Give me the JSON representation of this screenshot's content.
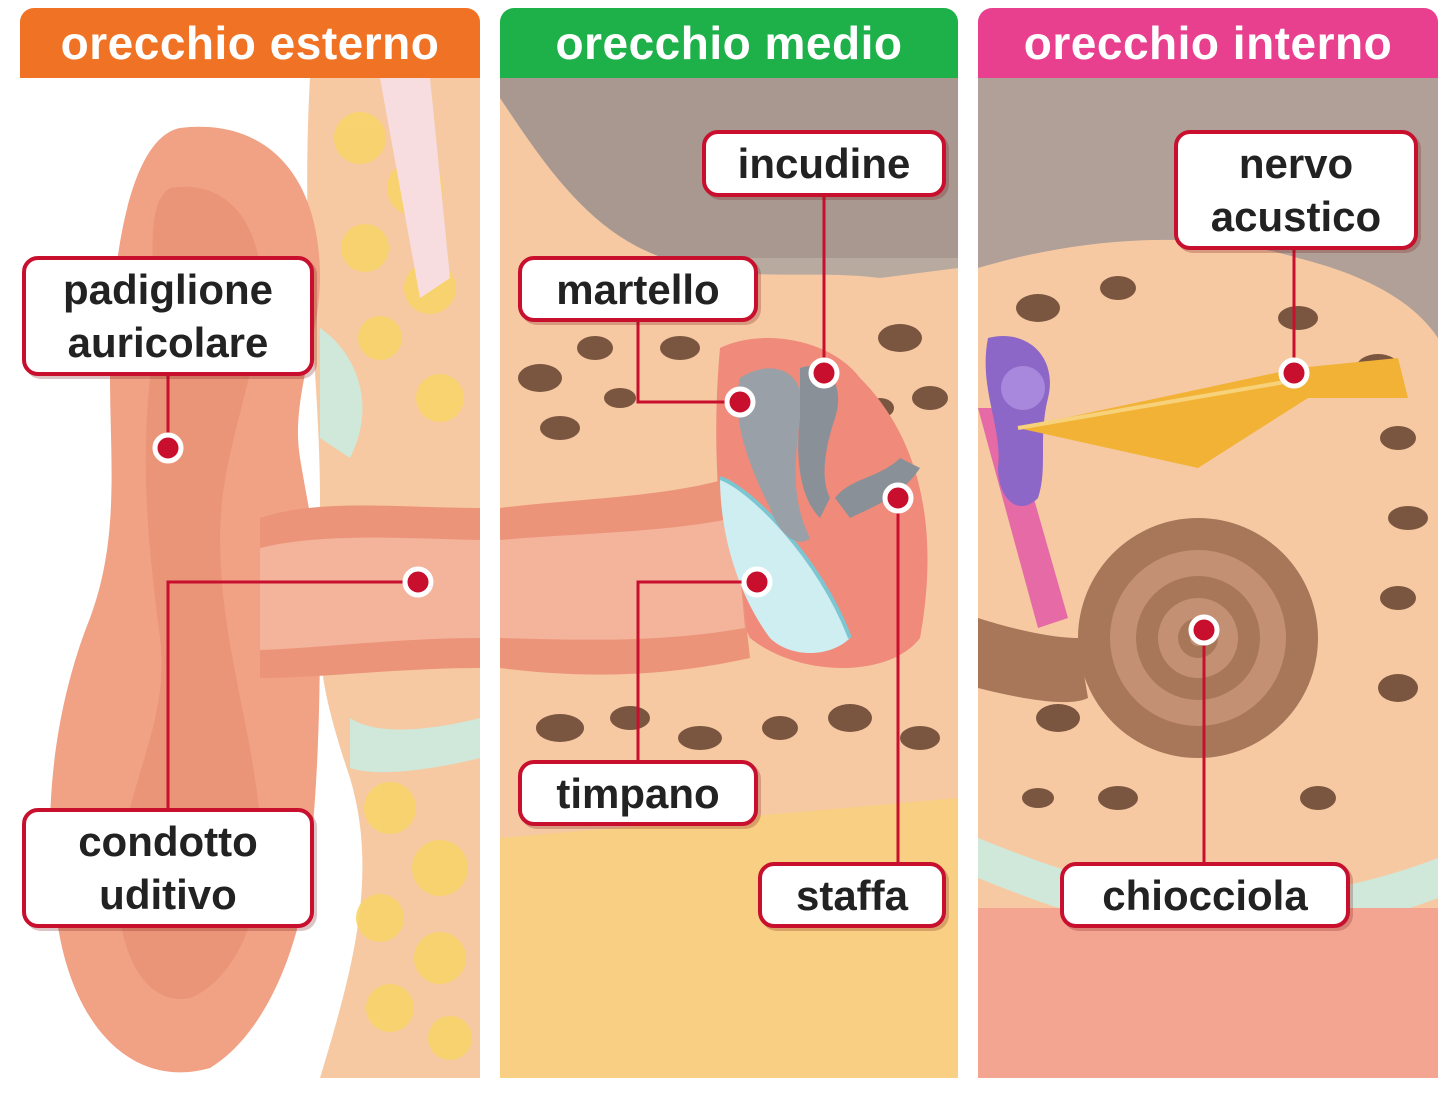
{
  "sections": [
    {
      "title": "orecchio esterno",
      "color": "#f07325"
    },
    {
      "title": "orecchio medio",
      "color": "#1eb14a"
    },
    {
      "title": "orecchio interno",
      "color": "#e8408f"
    }
  ],
  "labels": [
    {
      "id": "padiglione",
      "text": "padiglione auricolare"
    },
    {
      "id": "condotto",
      "text": "condotto uditivo"
    },
    {
      "id": "martello",
      "text": "martello"
    },
    {
      "id": "incudine",
      "text": "incudine"
    },
    {
      "id": "timpano",
      "text": "timpano"
    },
    {
      "id": "staffa",
      "text": "staffa"
    },
    {
      "id": "nervo",
      "text": "nervo acustico"
    },
    {
      "id": "chiocciola",
      "text": "chiocciola"
    }
  ],
  "colors": {
    "label_border": "#c8102e",
    "skin": "#f1a184",
    "bone": "#f6c9a3",
    "fat": "#f9d46a",
    "ossicles": "#9aa0a8",
    "nerve": "#f2b236",
    "cochlea": "#a8775a",
    "vestibule": "#8d67c8"
  }
}
